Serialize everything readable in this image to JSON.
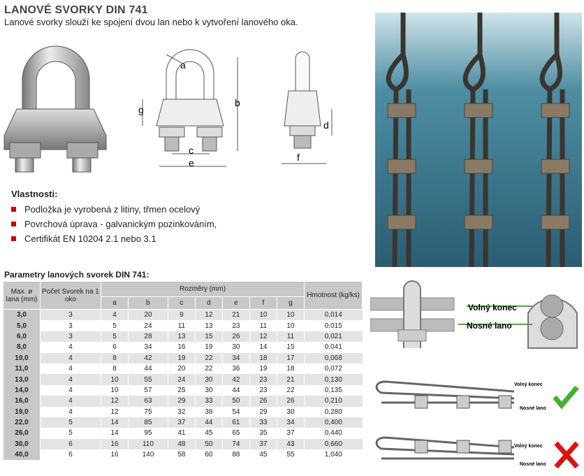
{
  "header": {
    "title": "LANOVÉ SVORKY DIN 741",
    "subtitle": "Lanové svorky slouží ke spojení dvou lan nebo k vytvoření lanového oka."
  },
  "diagram_labels": {
    "a": "a",
    "b": "b",
    "c": "c",
    "d": "d",
    "e": "e",
    "f": "f",
    "g": "g"
  },
  "properties": {
    "title": "Vlastnosti:",
    "items": [
      "Podložka je vyrobená z litiny, třmen ocelový",
      "Povrchová úprava - galvanickým pozinkováním,",
      "Certifikát EN 10204 2.1 nebo 3.1"
    ]
  },
  "table": {
    "title": "Parametry lanových svorek DIN 741:",
    "headers": {
      "diameter": "Max. ø lana (mm)",
      "count": "Počet Svorek na 1 oko",
      "dims": "Rozměry (mm)",
      "weight": "Hmotnost (kg/ks)",
      "sub": [
        "a",
        "b",
        "c",
        "d",
        "e",
        "f",
        "g"
      ]
    },
    "rows": [
      [
        "3,0",
        "3",
        "4",
        "20",
        "9",
        "12",
        "21",
        "10",
        "10",
        "0,014"
      ],
      [
        "5,0",
        "3",
        "5",
        "24",
        "11",
        "13",
        "23",
        "11",
        "10",
        "0,015"
      ],
      [
        "6,0",
        "3",
        "5",
        "28",
        "13",
        "15",
        "26",
        "12",
        "11",
        "0,021"
      ],
      [
        "8,0",
        "4",
        "6",
        "34",
        "16",
        "19",
        "30",
        "14",
        "15",
        "0,041"
      ],
      [
        "10,0",
        "4",
        "8",
        "42",
        "19",
        "22",
        "34",
        "18",
        "17",
        "0,068"
      ],
      [
        "11,0",
        "4",
        "8",
        "44",
        "20",
        "22",
        "36",
        "19",
        "18",
        "0,072"
      ],
      [
        "13,0",
        "4",
        "10",
        "55",
        "24",
        "30",
        "42",
        "23",
        "21",
        "0,130"
      ],
      [
        "14,0",
        "4",
        "10",
        "57",
        "25",
        "30",
        "44",
        "23",
        "22",
        "0,135"
      ],
      [
        "16,0",
        "4",
        "12",
        "63",
        "29",
        "33",
        "50",
        "26",
        "26",
        "0,210"
      ],
      [
        "19,0",
        "4",
        "12",
        "75",
        "32",
        "38",
        "54",
        "29",
        "30",
        "0,280"
      ],
      [
        "22,0",
        "5",
        "14",
        "85",
        "37",
        "44",
        "61",
        "33",
        "34",
        "0,400"
      ],
      [
        "26,0",
        "5",
        "14",
        "95",
        "41",
        "45",
        "65",
        "35",
        "37",
        "0,440"
      ],
      [
        "30,0",
        "6",
        "16",
        "110",
        "48",
        "50",
        "74",
        "37",
        "43",
        "0,660"
      ],
      [
        "40,0",
        "6",
        "16",
        "140",
        "58",
        "60",
        "88",
        "45",
        "55",
        "1,040"
      ]
    ]
  },
  "usage": {
    "volny_konec": "Volný konec",
    "nosne_lano": "Nosné lano",
    "small_volny": "Volný konec",
    "small_nosne": "Nosné lano"
  },
  "colors": {
    "bullet": "#cc0000",
    "arrow_green": "#44b030",
    "cross_red": "#dd1111"
  }
}
